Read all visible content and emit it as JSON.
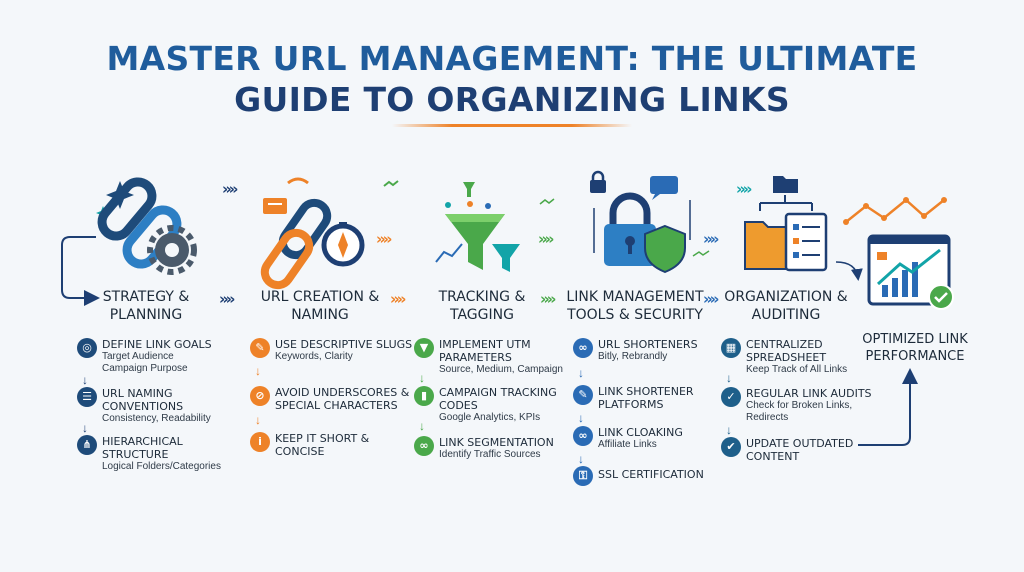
{
  "title": {
    "line1": "MASTER URL MANAGEMENT: THE ULTIMATE",
    "line2": "GUIDE TO ORGANIZING LINKS"
  },
  "colors": {
    "blue": "#1f5c9c",
    "navy": "#1e3f73",
    "orange": "#ee8228",
    "teal": "#12a4a8",
    "green": "#4aa84a"
  },
  "stages": [
    {
      "title": "STRATEGY & PLANNING",
      "color": "#1e4b7a",
      "icon": "chain-gear-icon",
      "items": [
        {
          "title": "DEFINE LINK GOALS",
          "sub": "Target Audience\nCampaign Purpose",
          "icon": "target-icon"
        },
        {
          "title": "URL NAMING CONVENTIONS",
          "sub": "Consistency, Readability",
          "icon": "list-icon"
        },
        {
          "title": "HIERARCHICAL STRUCTURE",
          "sub": "Logical Folders/Categories",
          "icon": "hierarchy-icon"
        }
      ]
    },
    {
      "title": "URL CREATION & NAMING",
      "color": "#ee8228",
      "icon": "chain-compass-icon",
      "items": [
        {
          "title": "USE DESCRIPTIVE SLUGS",
          "sub": "Keywords, Clarity",
          "icon": "pencil-icon"
        },
        {
          "title": "AVOID UNDERSCORES & SPECIAL CHARACTERS",
          "sub": "",
          "icon": "prohibited-icon"
        },
        {
          "title": "KEEP IT SHORT & CONCISE",
          "sub": "",
          "icon": "info-icon"
        }
      ]
    },
    {
      "title": "TRACKING & TAGGING",
      "color": "#4aa84a",
      "icon": "funnel-icon",
      "items": [
        {
          "title": "IMPLEMENT UTM PARAMETERS",
          "sub": "Source, Medium, Campaign",
          "icon": "funnel-icon"
        },
        {
          "title": "CAMPAIGN TRACKING CODES",
          "sub": "Google Analytics, KPIs",
          "icon": "bar-chart-icon"
        },
        {
          "title": "LINK SEGMENTATION",
          "sub": "Identify Traffic Sources",
          "icon": "link-icon"
        }
      ]
    },
    {
      "title": "LINK MANAGEMENT TOOLS & SECURITY",
      "color": "#2a6bb5",
      "icon": "padlock-shield-icon",
      "items": [
        {
          "title": "URL SHORTENERS",
          "sub": "Bitly, Rebrandly",
          "icon": "link-icon"
        },
        {
          "title": "LINK SHORTENER PLATFORMS",
          "sub": "",
          "icon": "edit-icon"
        },
        {
          "title": "LINK CLOAKING",
          "sub": "Affiliate Links",
          "icon": "link-icon"
        },
        {
          "title": "SSL CERTIFICATION",
          "sub": "",
          "icon": "lock-icon"
        }
      ]
    },
    {
      "title": "ORGANIZATION & AUDITING",
      "color": "#1e5f8a",
      "icon": "folder-checklist-icon",
      "items": [
        {
          "title": "CENTRALIZED SPREADSHEET",
          "sub": "Keep Track of All Links",
          "icon": "spreadsheet-icon"
        },
        {
          "title": "REGULAR LINK AUDITS",
          "sub": "Check for Broken Links,\nRedirects",
          "icon": "audit-icon"
        },
        {
          "title": "UPDATE OUTDATED CONTENT",
          "sub": "",
          "icon": "check-icon"
        }
      ]
    }
  ],
  "final": {
    "title": "OPTIMIZED LINK PERFORMANCE",
    "icon": "dashboard-chart-icon"
  }
}
